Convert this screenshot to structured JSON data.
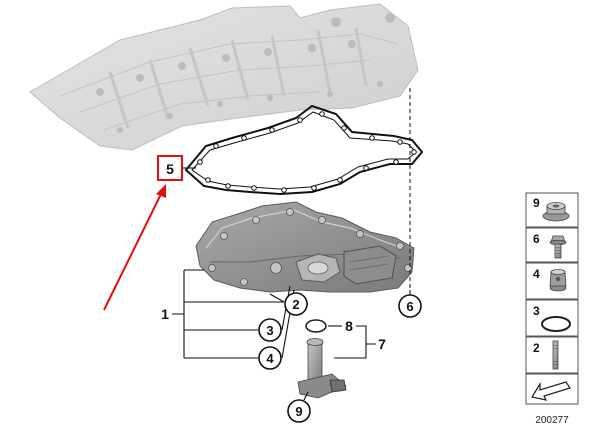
{
  "callouts": {
    "c1": "1",
    "c2": "2",
    "c3": "3",
    "c4": "4",
    "c5": "5",
    "c6": "6",
    "c7": "7",
    "c8": "8",
    "c9": "9"
  },
  "parts_legend": [
    {
      "number": "9",
      "icon": "flange-nut-icon"
    },
    {
      "number": "6",
      "icon": "hex-bolt-icon"
    },
    {
      "number": "4",
      "icon": "drain-plug-icon"
    },
    {
      "number": "3",
      "icon": "o-ring-icon"
    },
    {
      "number": "2",
      "icon": "stud-icon"
    }
  ],
  "legend_footer_icon": "direction-arrow-icon",
  "catalog_number": "200277",
  "highlight_color": "#e01010",
  "arrow_color": "#e01010"
}
